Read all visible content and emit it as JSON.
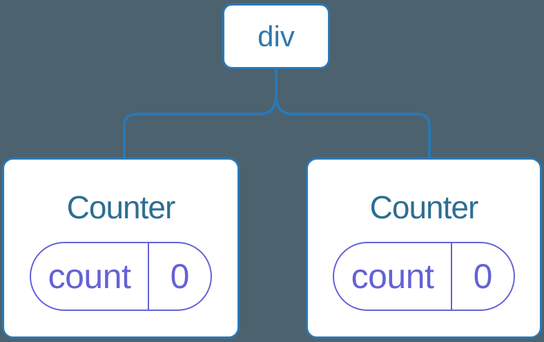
{
  "tree": {
    "root": {
      "label": "div"
    },
    "children": [
      {
        "label": "Counter",
        "state": {
          "key": "count",
          "value": "0"
        }
      },
      {
        "label": "Counter",
        "state": {
          "key": "count",
          "value": "0"
        }
      }
    ]
  },
  "colors": {
    "background": "#4c626e",
    "connector_blue": "#2b78b5",
    "node_border_blue": "#2b78b5",
    "node_background": "#ffffff",
    "root_label_blue": "#2e78ad",
    "component_name_blue": "#2d6e93",
    "state_purple": "#6462d6"
  }
}
